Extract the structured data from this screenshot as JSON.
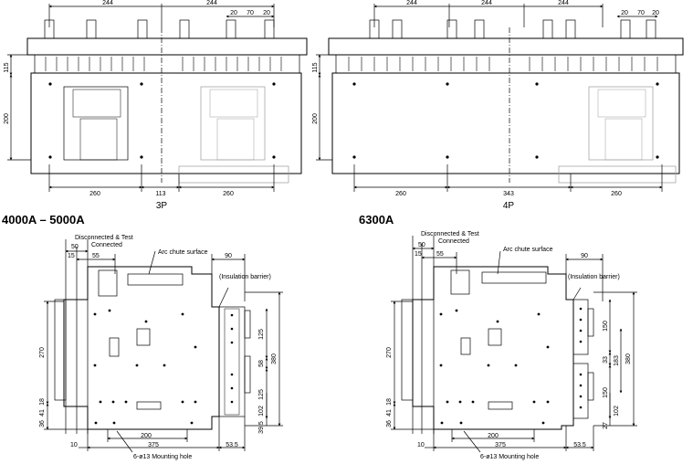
{
  "top_left": {
    "view_label": "3P",
    "dims": {
      "top_a": "244",
      "top_b": "244",
      "top_c": "20",
      "top_d": "70",
      "top_e": "20",
      "side_115": "115",
      "side_200": "200",
      "bottom_a": "260",
      "bottom_b": "113",
      "bottom_c": "260"
    }
  },
  "top_right": {
    "view_label": "4P",
    "dims": {
      "top_a": "244",
      "top_b": "244",
      "top_c": "244",
      "top_d": "20",
      "top_e": "70",
      "top_f": "20",
      "side_115": "115",
      "side_200": "200",
      "bottom_a": "260",
      "bottom_b": "343",
      "bottom_c": "260"
    }
  },
  "bottom_left": {
    "title": "4000A – 5000A",
    "disconnected": "Disconnected & Test",
    "connected": "Connected",
    "arc": "Arc chute surface",
    "insulation": "(Insulation barrier)",
    "mounting": "6-ø13 Mounting hole",
    "dims": {
      "d50": "50",
      "d15": "15",
      "d55": "55",
      "d90": "90",
      "d270": "270",
      "d18": "18",
      "d41": "41",
      "d36": "36",
      "d125a": "125",
      "d58": "58",
      "d125b": "125",
      "d380": "380",
      "d102": "102",
      "d395": "39.5",
      "d200": "200",
      "d375": "375",
      "d10": "10",
      "d535": "53.5"
    }
  },
  "bottom_right": {
    "title": "6300A",
    "disconnected": "Disconnected & Test",
    "connected": "Connected",
    "arc": "Arc chute surface",
    "insulation": "(Insulation barrier)",
    "mounting": "6-ø13 Mounting hole",
    "dims": {
      "d50": "50",
      "d15": "15",
      "d55": "55",
      "d90": "90",
      "d270": "270",
      "d18": "18",
      "d41": "41",
      "d36": "36",
      "d150a": "150",
      "d33": "33",
      "d183": "183",
      "d380": "380",
      "d150b": "150",
      "d102": "102",
      "d27": "27",
      "d200": "200",
      "d375": "375",
      "d10": "10",
      "d535": "53.5"
    }
  }
}
